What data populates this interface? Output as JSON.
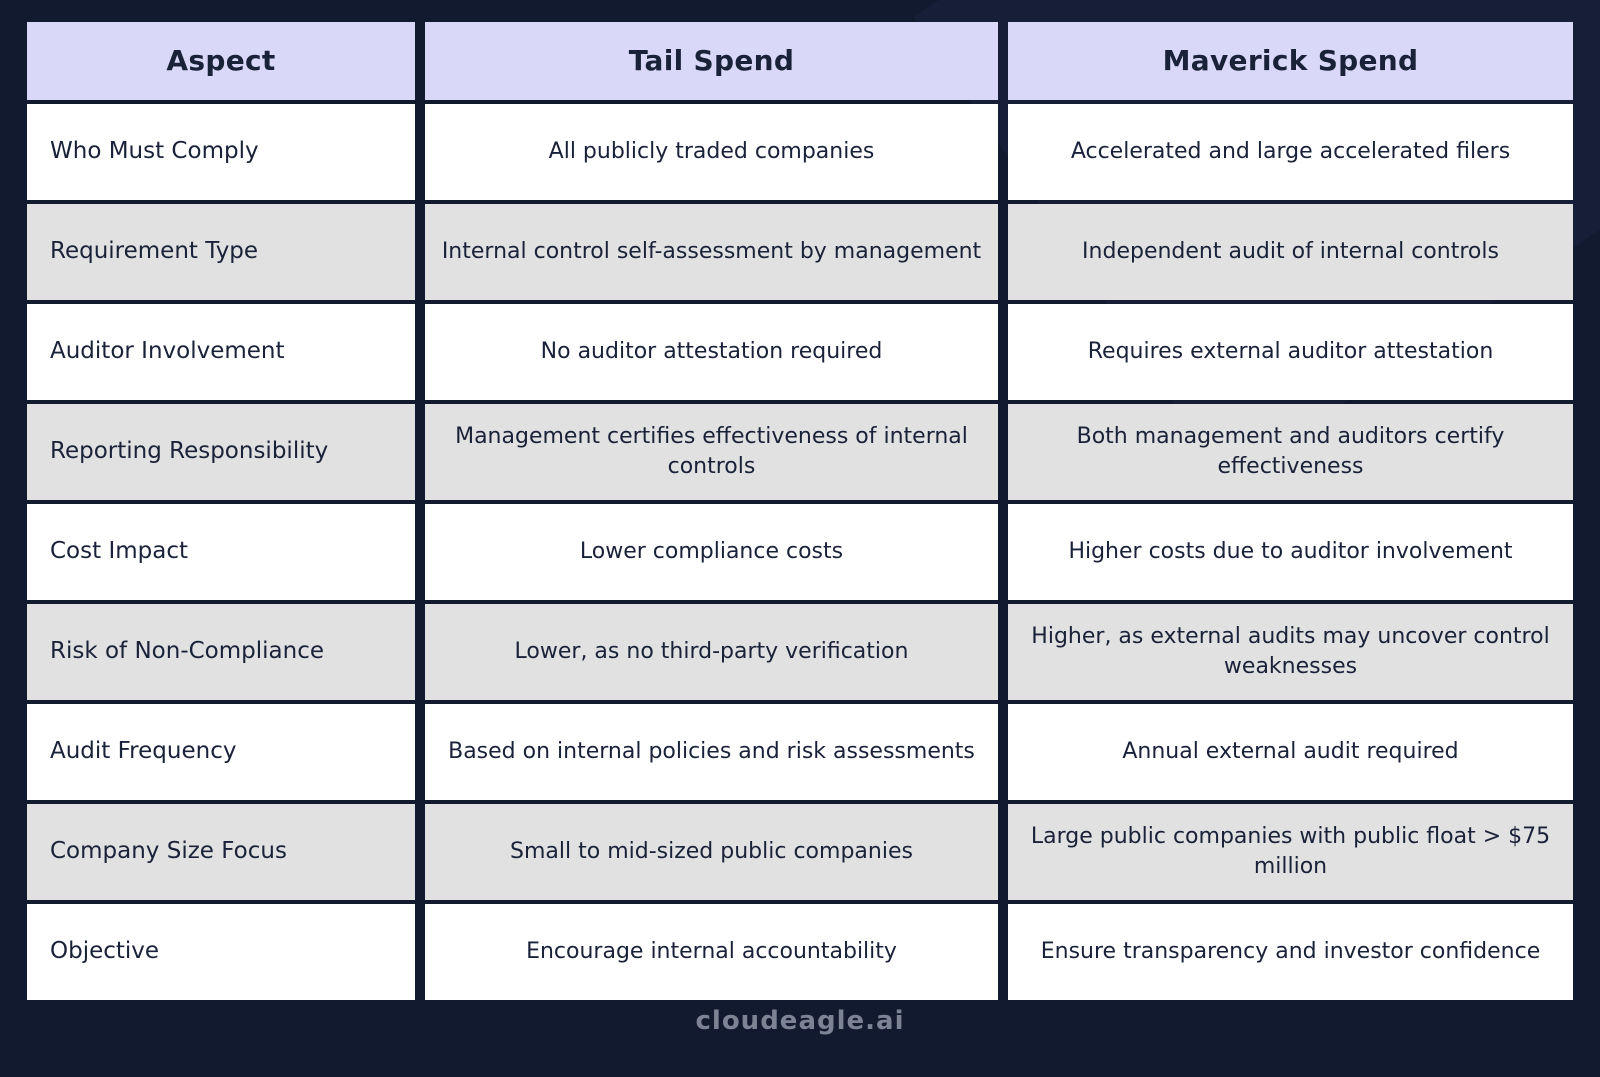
{
  "colors": {
    "page_background": "#111A2E",
    "header_cell_background": "#D9D8F8",
    "row_white": "#FFFFFF",
    "row_gray": "#E1E1E1",
    "cell_text": "#1A2239",
    "logo_text_color": "#7C8395"
  },
  "chart_data": {
    "type": "table",
    "columns": [
      "Aspect",
      "Tail Spend",
      "Maverick Spend"
    ],
    "rows": [
      [
        "Who Must Comply",
        "All publicly traded companies",
        "Accelerated and large accelerated filers"
      ],
      [
        "Requirement Type",
        "Internal control self-assessment by management",
        "Independent audit of internal controls"
      ],
      [
        "Auditor Involvement",
        "No auditor attestation required",
        "Requires external auditor attestation"
      ],
      [
        "Reporting Responsibility",
        "Management certifies effectiveness of internal controls",
        "Both management and auditors certify effectiveness"
      ],
      [
        "Cost Impact",
        "Lower compliance costs",
        "Higher costs due to auditor involvement"
      ],
      [
        "Risk of Non-Compliance",
        "Lower, as no third-party verification",
        "Higher, as external audits may uncover control weaknesses"
      ],
      [
        "Audit Frequency",
        "Based on internal policies and risk assessments",
        "Annual external audit required"
      ],
      [
        "Company Size Focus",
        "Small to mid-sized public companies",
        "Large public companies with public float > $75 million"
      ],
      [
        "Objective",
        "Encourage internal accountability",
        "Ensure transparency and investor confidence"
      ]
    ],
    "layout": {
      "header_row": true,
      "alternating_row_shading": "white/gray",
      "aspect_column_align": "left",
      "value_columns_align": "center"
    }
  },
  "footer": {
    "logo_text": "cloudeagle.ai"
  }
}
